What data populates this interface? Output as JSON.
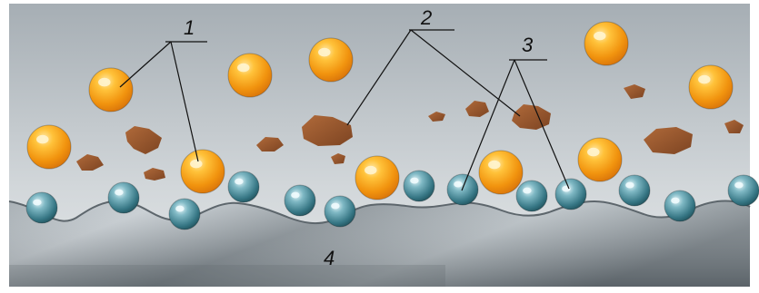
{
  "labels": {
    "particle": "1",
    "debris": "2",
    "ion": "3",
    "substrate": "4"
  },
  "colors": {
    "background_top": "#a6aeb4",
    "background_bottom": "#dfe3e5",
    "metal_light": "#b3bcc2",
    "metal_dark": "#50595f",
    "particle_orange": "#f29a12",
    "particle_highlight": "#ffe7a3",
    "debris_brown": "#93552d",
    "ion_teal": "#3d7f8d",
    "ion_highlight": "#d8f2f6",
    "line": "#111111"
  }
}
